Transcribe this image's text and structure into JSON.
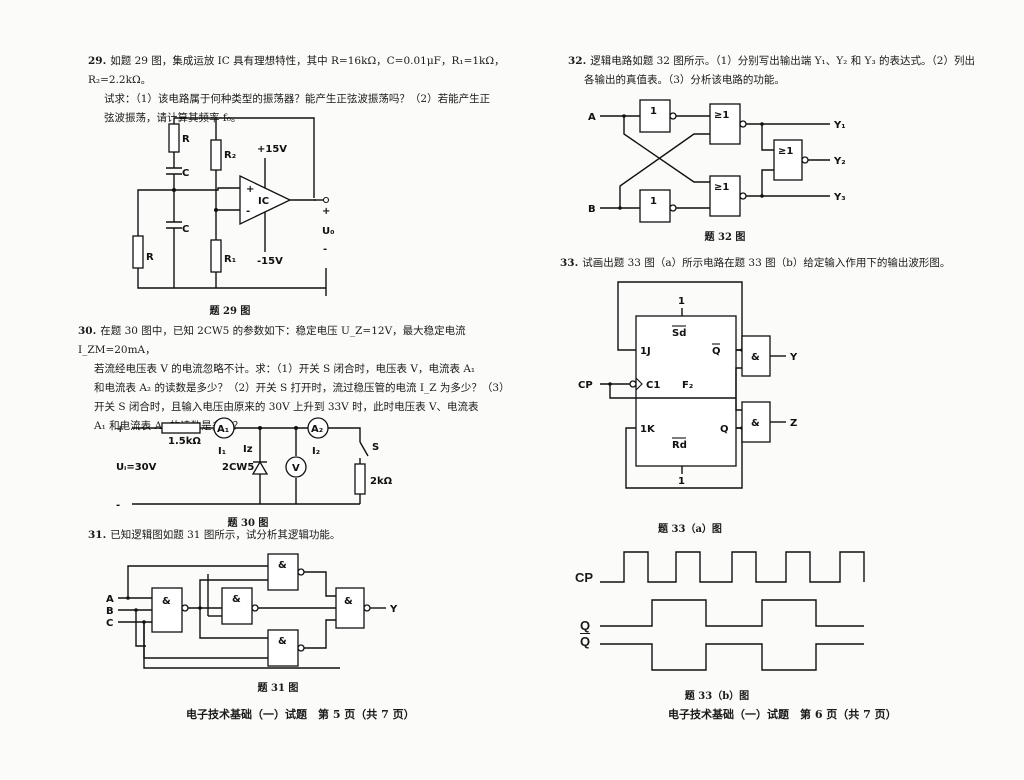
{
  "q29": {
    "number": "29.",
    "line1": "如题 29 图，集成运放 IC 具有理想特性，其中 R=16kΩ，C=0.01μF，R₁=1kΩ，R₂=2.2kΩ。",
    "line2": "试求：（1）该电路属于何种类型的振荡器？能产生正弦波振荡吗？（2）若能产生正",
    "line3": "弦波振荡，请计算其频率 f₀。",
    "caption": "题 29 图",
    "labels": {
      "r_top": "R",
      "c_top": "C",
      "c_bot": "C",
      "r_bot": "R",
      "r2": "R₂",
      "r1": "R₁",
      "plus15": "+15V",
      "minus15": "-15V",
      "ic": "IC",
      "plus": "+",
      "minus": "-",
      "out_plus": "+",
      "out_minus": "-",
      "uo": "U₀"
    }
  },
  "q30": {
    "number": "30.",
    "line1": "在题 30 图中，已知 2CW5 的参数如下：稳定电压 U_Z=12V，最大稳定电流 I_ZM=20mA，",
    "line2": "若流经电压表 V 的电流忽略不计。求：（1）开关 S 闭合时，电压表 V，电流表 A₁",
    "line3": "和电流表 A₂ 的读数是多少？（2）开关 S 打开时，流过稳压管的电流 I_Z 为多少？（3）",
    "line4": "开关 S 闭合时，且输入电压由原来的 30V 上升到 33V 时，此时电压表 V、电流表",
    "line5": "A₁ 和电流表 A₂ 的读数是多少？",
    "caption": "题 30 图",
    "labels": {
      "plus": "+",
      "minus": "-",
      "r1": "1.5kΩ",
      "a1": "A₁",
      "a2": "A₂",
      "i1": "I₁",
      "i2": "I₂",
      "iz": "Iz",
      "zener": "2CW5",
      "v": "V",
      "s": "S",
      "r2": "2kΩ",
      "ui": "Uᵢ=30V"
    }
  },
  "q31": {
    "number": "31.",
    "line1": "已知逻辑图如题 31 图所示，试分析其逻辑功能。",
    "caption": "题 31 图",
    "labels": {
      "a": "A",
      "b": "B",
      "c": "C",
      "y": "Y",
      "and": "&"
    }
  },
  "q32": {
    "number": "32.",
    "line1": "逻辑电路如题 32 图所示。（1）分别写出输出端 Y₁、Y₂ 和 Y₃ 的表达式。（2）列出",
    "line2": "各输出的真值表。（3）分析该电路的功能。",
    "caption": "题 32 图",
    "labels": {
      "a": "A",
      "b": "B",
      "y1": "Y₁",
      "y2": "Y₂",
      "y3": "Y₃",
      "not": "1",
      "or": "≥1"
    }
  },
  "q33": {
    "number": "33.",
    "line1": "试画出题 33 图（a）所示电路在题 33 图（b）给定输入作用下的输出波形图。",
    "caption_a": "题 33（a）图",
    "caption_b": "题 33（b）图",
    "labels": {
      "one_top": "1",
      "sd": "Sd",
      "j": "1J",
      "qbar": "Q",
      "c1": "C1",
      "f2": "F₂",
      "k": "1K",
      "q": "Q",
      "rd": "Rd",
      "one_bot": "1",
      "cp": "CP",
      "y": "Y",
      "z": "Z",
      "and": "&"
    },
    "wave_labels": {
      "cp": "CP",
      "q": "Q",
      "qbar": "Q"
    }
  },
  "footer": {
    "left": "电子技术基础（一）试题　第 5 页（共 7 页）",
    "right": "电子技术基础（一）试题　第 6 页（共 7 页）"
  }
}
